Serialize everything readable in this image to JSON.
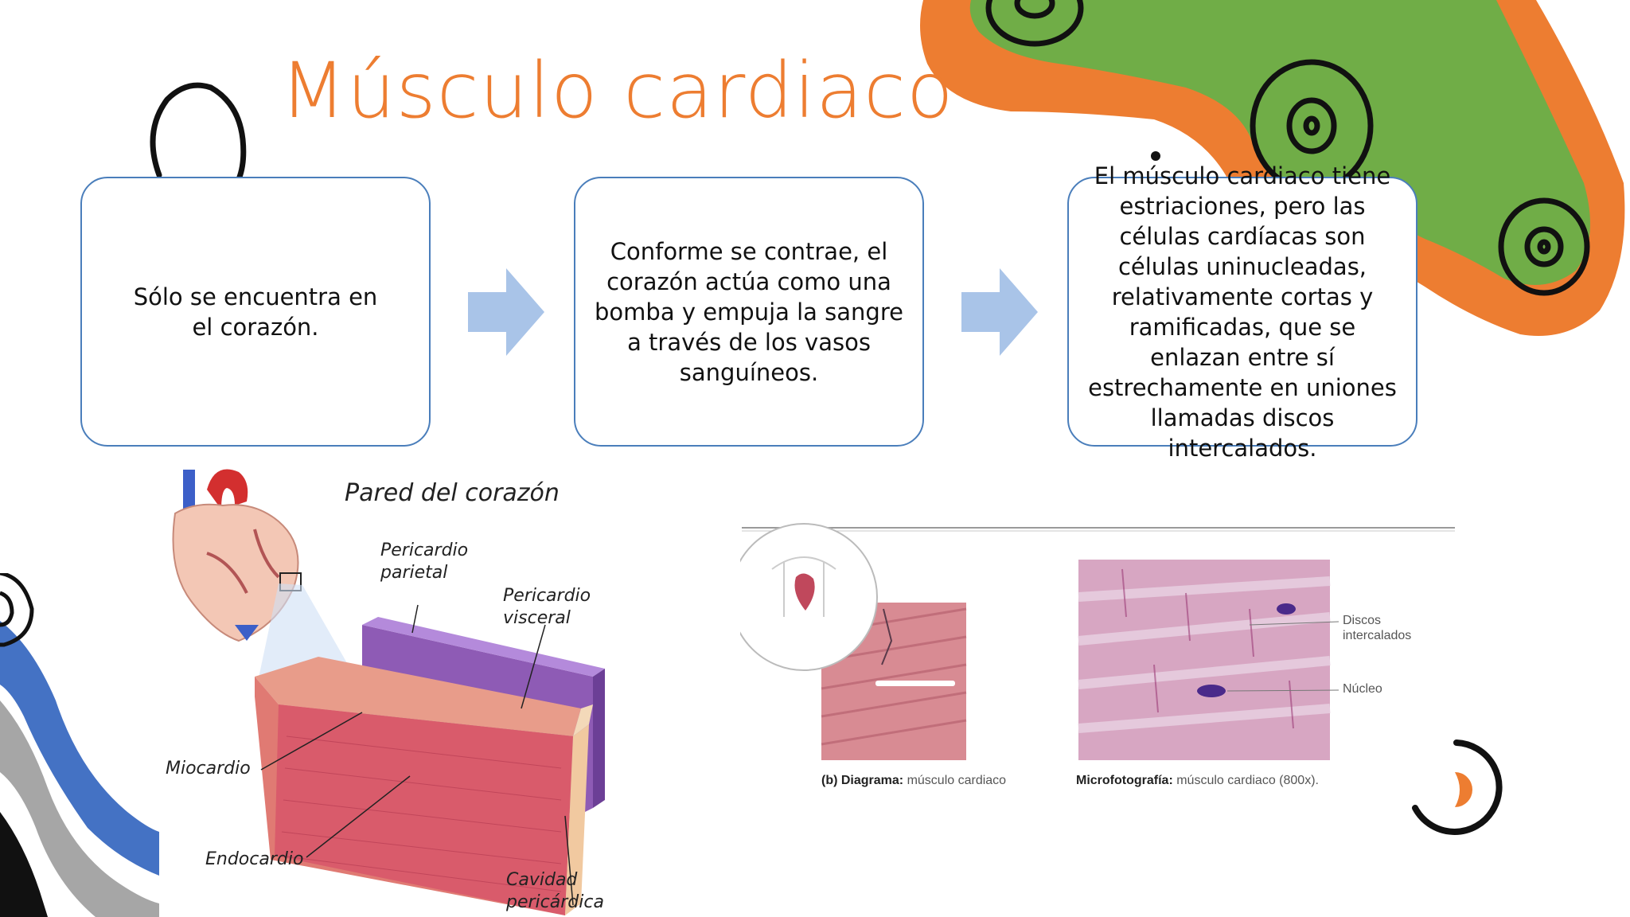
{
  "slide": {
    "title": "Músculo cardiaco",
    "steps": [
      {
        "text": "Sólo se encuentra en el corazón."
      },
      {
        "text": "Conforme se contrae, el corazón actúa como una bomba y empuja la sangre a través de los vasos sanguíneos."
      },
      {
        "text": "El músculo cardiaco tiene estriaciones, pero las células cardíacas son células uninucleadas, relativamente cortas y ramificadas, que se enlazan entre sí estrechamente en uniones llamadas discos intercalados."
      }
    ],
    "colors": {
      "accent": "#ED7D31",
      "green": "#70AD47",
      "box_border": "#4A7EBB",
      "arrow": "#A9C4E8",
      "blue_wave": "#4472C4"
    }
  },
  "heart_figure": {
    "title": "Pared del corazón",
    "labels": {
      "pericardio_parietal_1": "Pericardio",
      "pericardio_parietal_2": "parietal",
      "pericardio_visceral_1": "Pericardio",
      "pericardio_visceral_2": "visceral",
      "miocardio": "Miocardio",
      "endocardio": "Endocardio",
      "cavidad_1": "Cavidad",
      "cavidad_2": "pericárdica"
    }
  },
  "micro_figure": {
    "diagram_caption_bold": "(b) Diagrama:",
    "diagram_caption": " músculo cardiaco",
    "micro_caption_bold": "Microfotografía:",
    "micro_caption": " músculo cardiaco (800x).",
    "label_discos_1": "Discos",
    "label_discos_2": "intercalados",
    "label_nucleo": "Núcleo"
  }
}
